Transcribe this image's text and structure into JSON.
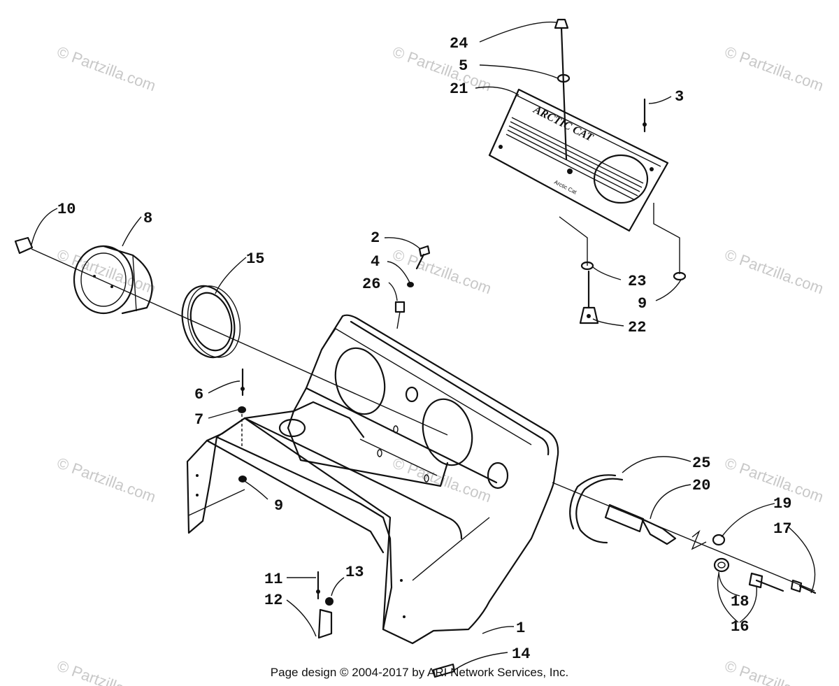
{
  "watermark": {
    "text": "© Partzilla.com",
    "color": "#c8c8c8"
  },
  "plate": {
    "brand": "ARCTIC CAT",
    "small_text": "Arctic Cat"
  },
  "callouts": {
    "c24": "24",
    "c5": "5",
    "c21": "21",
    "c3": "3",
    "c10": "10",
    "c8": "8",
    "c15": "15",
    "c2": "2",
    "c4": "4",
    "c26": "26",
    "c23": "23",
    "c9a": "9",
    "c22": "22",
    "c6": "6",
    "c7": "7",
    "c9b": "9",
    "c25": "25",
    "c20": "20",
    "c19": "19",
    "c17": "17",
    "c18": "18",
    "c16": "16",
    "c11": "11",
    "c13": "13",
    "c12": "12",
    "c1": "1",
    "c14": "14"
  },
  "footer": {
    "text": "Page design © 2004-2017 by ARI Network Services, Inc."
  }
}
